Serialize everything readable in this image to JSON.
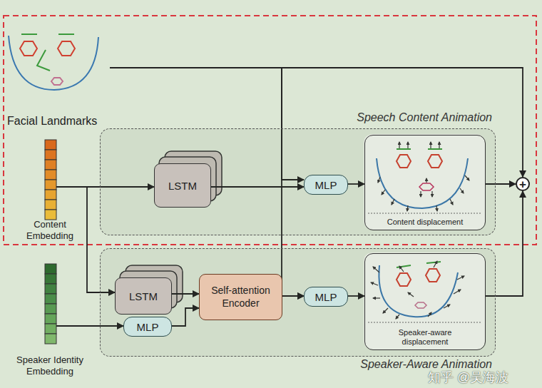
{
  "diagram": {
    "nodes": [
      {
        "text": [
          "Facial Landmarks"
        ]
      },
      {
        "text": [
          "Content Embedding"
        ]
      },
      {
        "text": [
          "Speaker Identity Embedding"
        ]
      },
      {
        "text": [
          "Speech Content Animation"
        ]
      },
      {
        "text": [
          "LSTM"
        ],
        "in": 3
      },
      {
        "text": [
          "MLP"
        ],
        "in": 3
      },
      {
        "text": [
          "Content displacement"
        ],
        "in": 3
      },
      {
        "text": [
          "Speaker-Aware Animation"
        ]
      },
      {
        "text": [
          "LSTM"
        ],
        "in": 7
      },
      {
        "text": [
          "MLP"
        ],
        "in": 7
      },
      {
        "text": [
          "Self-attention Encoder"
        ],
        "in": 7
      },
      {
        "text": [
          "MLP"
        ],
        "in": 7
      },
      {
        "text": [
          "Speaker-aware displacement"
        ],
        "in": 7
      },
      {
        "text": [
          "+"
        ]
      }
    ],
    "edges": [
      {
        "from": 1,
        "to": 4,
        "arrow": "to"
      },
      {
        "from": 4,
        "to": 5,
        "arrow": "to"
      },
      {
        "from": 0,
        "to": 5,
        "arrow": "to"
      },
      {
        "from": 0,
        "to": 11,
        "arrow": "to"
      },
      {
        "from": 0,
        "to": 13,
        "arrow": "to"
      },
      {
        "from": 5,
        "to": 6,
        "arrow": "to"
      },
      {
        "from": 6,
        "to": 13,
        "arrow": "to"
      },
      {
        "from": 1,
        "to": 8,
        "arrow": "to"
      },
      {
        "from": 2,
        "to": 9,
        "arrow": "to"
      },
      {
        "from": 8,
        "to": 10,
        "arrow": "to"
      },
      {
        "from": 9,
        "to": 10,
        "arrow": "to"
      },
      {
        "from": 10,
        "to": 11,
        "arrow": "to"
      },
      {
        "from": 11,
        "to": 12,
        "arrow": "to"
      },
      {
        "from": 12,
        "to": 13,
        "arrow": "to"
      }
    ],
    "labels": [
      "知乎 @吴海波"
    ]
  }
}
